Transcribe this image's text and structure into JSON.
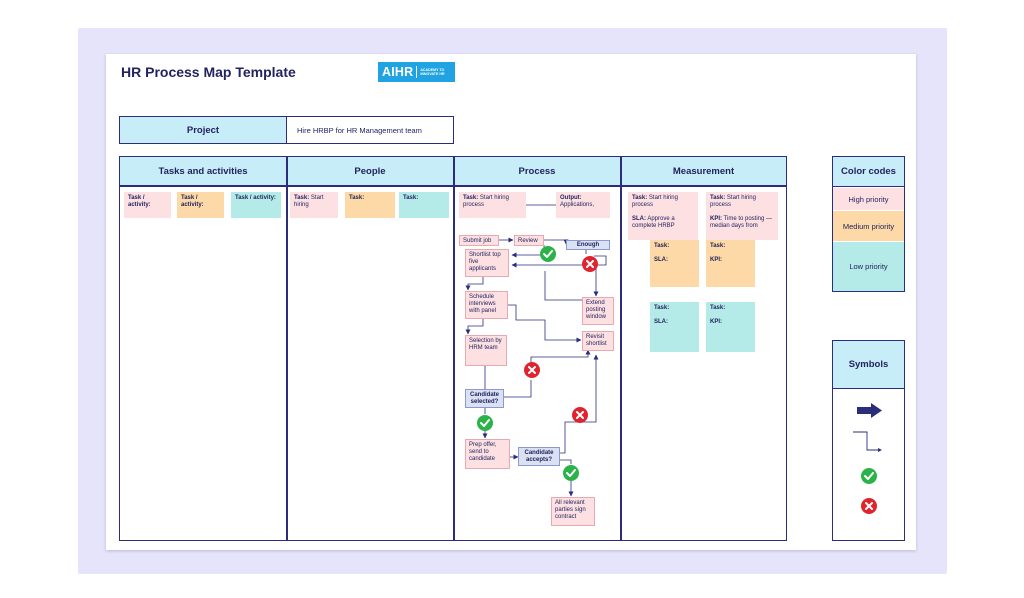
{
  "title": "HR Process Map Template",
  "logo": {
    "brand": "AIHR",
    "tagline": "ACADEMY TO INNOVATE HR"
  },
  "project": {
    "label": "Project",
    "value": "Hire HRBP for HR Management team"
  },
  "columns": {
    "tasks": "Tasks and activities",
    "people": "People",
    "process": "Process",
    "measurement": "Measurement"
  },
  "tasks_notes": [
    {
      "bold": "Task / activity:",
      "text": ""
    },
    {
      "bold": "Task / activity:",
      "text": ""
    },
    {
      "bold": "Task / activity:",
      "text": ""
    }
  ],
  "people_notes": [
    {
      "bold": "Task:",
      "text": " Start hiring"
    },
    {
      "bold": "Task:",
      "text": ""
    },
    {
      "bold": "Task:",
      "text": ""
    }
  ],
  "process_notes": {
    "task": {
      "bold": "Task:",
      "text": " Start hiring process"
    },
    "output": {
      "bold": "Output:",
      "text": " Applications,"
    }
  },
  "flow": {
    "submit_job": "Submit job",
    "review": "Review",
    "enough": "Enough",
    "shortlist": "Shortlist top five applicants",
    "schedule": "Schedule interviews with panel",
    "extend": "Extend posting window",
    "revisit": "Revisit shortlist",
    "selection": "Selection by HRM team",
    "candidate_selected": "Candidate selected?",
    "prep_offer": "Prep offer, send to candidate",
    "candidate_accepts": "Candidate accepts?",
    "sign_contract": "All relevant parties sign contract"
  },
  "measurement": {
    "m1": {
      "task_bold": "Task:",
      "task_text": " Start hiring process",
      "sla_bold": "SLA:",
      "sla_text": " Approve a complete HRBP"
    },
    "m2": {
      "task_bold": "Task:",
      "task_text": " Start hiring process",
      "kpi_bold": "KPI:",
      "kpi_text": " Time to posting — median days from"
    },
    "m3": {
      "task": "Task:",
      "sla": "SLA:"
    },
    "m4": {
      "task": "Task:",
      "kpi": "KPI:"
    },
    "m5": {
      "task": "Task:",
      "sla": "SLA:"
    },
    "m6": {
      "task": "Task:",
      "kpi": "KPI:"
    }
  },
  "color_codes": {
    "title": "Color codes",
    "high": "High priority",
    "medium": "Medium priority",
    "low": "Low priority"
  },
  "symbols": {
    "title": "Symbols"
  },
  "colors": {
    "navy": "#2b2d7c",
    "header_fill": "#c6edf8",
    "high_priority": "#fde0e2",
    "medium_priority": "#fcd9a6",
    "low_priority": "#b4ebe9",
    "check_green": "#2bb34a",
    "cross_red": "#e0242f",
    "logo_blue": "#1fa3e2"
  },
  "icons": [
    "arrow-right-icon",
    "connector-arrow-icon",
    "check-icon",
    "cross-icon"
  ]
}
